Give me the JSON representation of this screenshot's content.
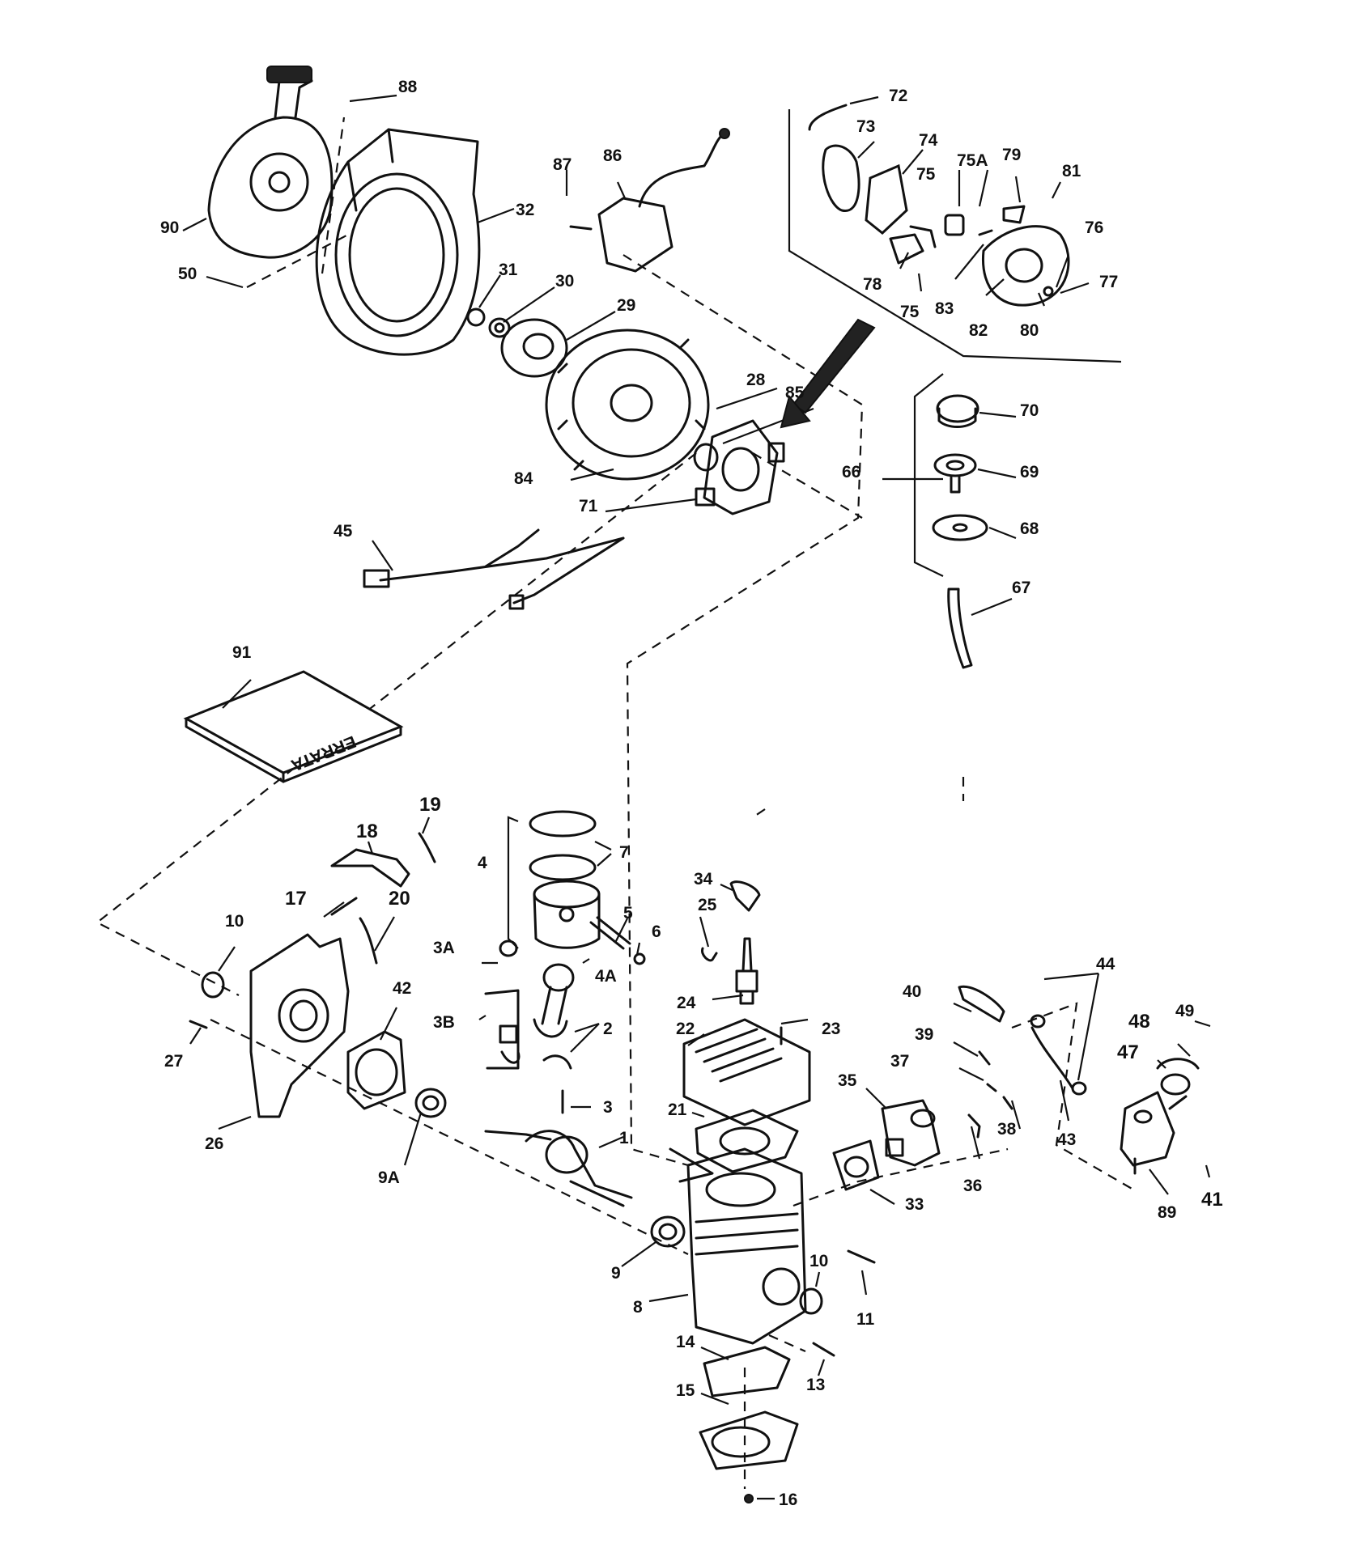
{
  "labels": {
    "l88": "88",
    "l90": "90",
    "l50": "50",
    "l32": "32",
    "l31": "31",
    "l30": "30",
    "l29": "29",
    "l87": "87",
    "l86": "86",
    "l72": "72",
    "l73": "73",
    "l74": "74",
    "l75A": "75A",
    "l79": "79",
    "l81": "81",
    "l75a": "75",
    "l76": "76",
    "l77": "77",
    "l78": "78",
    "l75b": "75",
    "l83": "83",
    "l82": "82",
    "l80": "80",
    "l28": "28",
    "l85": "85",
    "l84": "84",
    "l71": "71",
    "l45": "45",
    "l70": "70",
    "l66": "66",
    "l69": "69",
    "l68": "68",
    "l67": "67",
    "l91": "91",
    "l19": "19",
    "l18": "18",
    "l7": "7",
    "l4": "4",
    "l17": "17",
    "l20": "20",
    "l34": "34",
    "l10a": "10",
    "l5": "5",
    "l6": "6",
    "l25": "25",
    "l3A": "3A",
    "l4A": "4A",
    "l44": "44",
    "l42": "42",
    "l24": "24",
    "l40": "40",
    "l49": "49",
    "l48": "48",
    "l3B": "3B",
    "l2": "2",
    "l22": "22",
    "l23": "23",
    "l39": "39",
    "l47": "47",
    "l27": "27",
    "l37": "37",
    "l35": "35",
    "l3": "3",
    "l38": "38",
    "l26": "26",
    "l21": "21",
    "l43": "43",
    "l36": "36",
    "l1": "1",
    "l9A": "9A",
    "l33": "33",
    "l89": "89",
    "l41": "41",
    "l9": "9",
    "l10b": "10",
    "l8": "8",
    "l11": "11",
    "l14": "14",
    "l13": "13",
    "l15": "15",
    "l16": "16"
  },
  "manual_label": "ERRATA"
}
